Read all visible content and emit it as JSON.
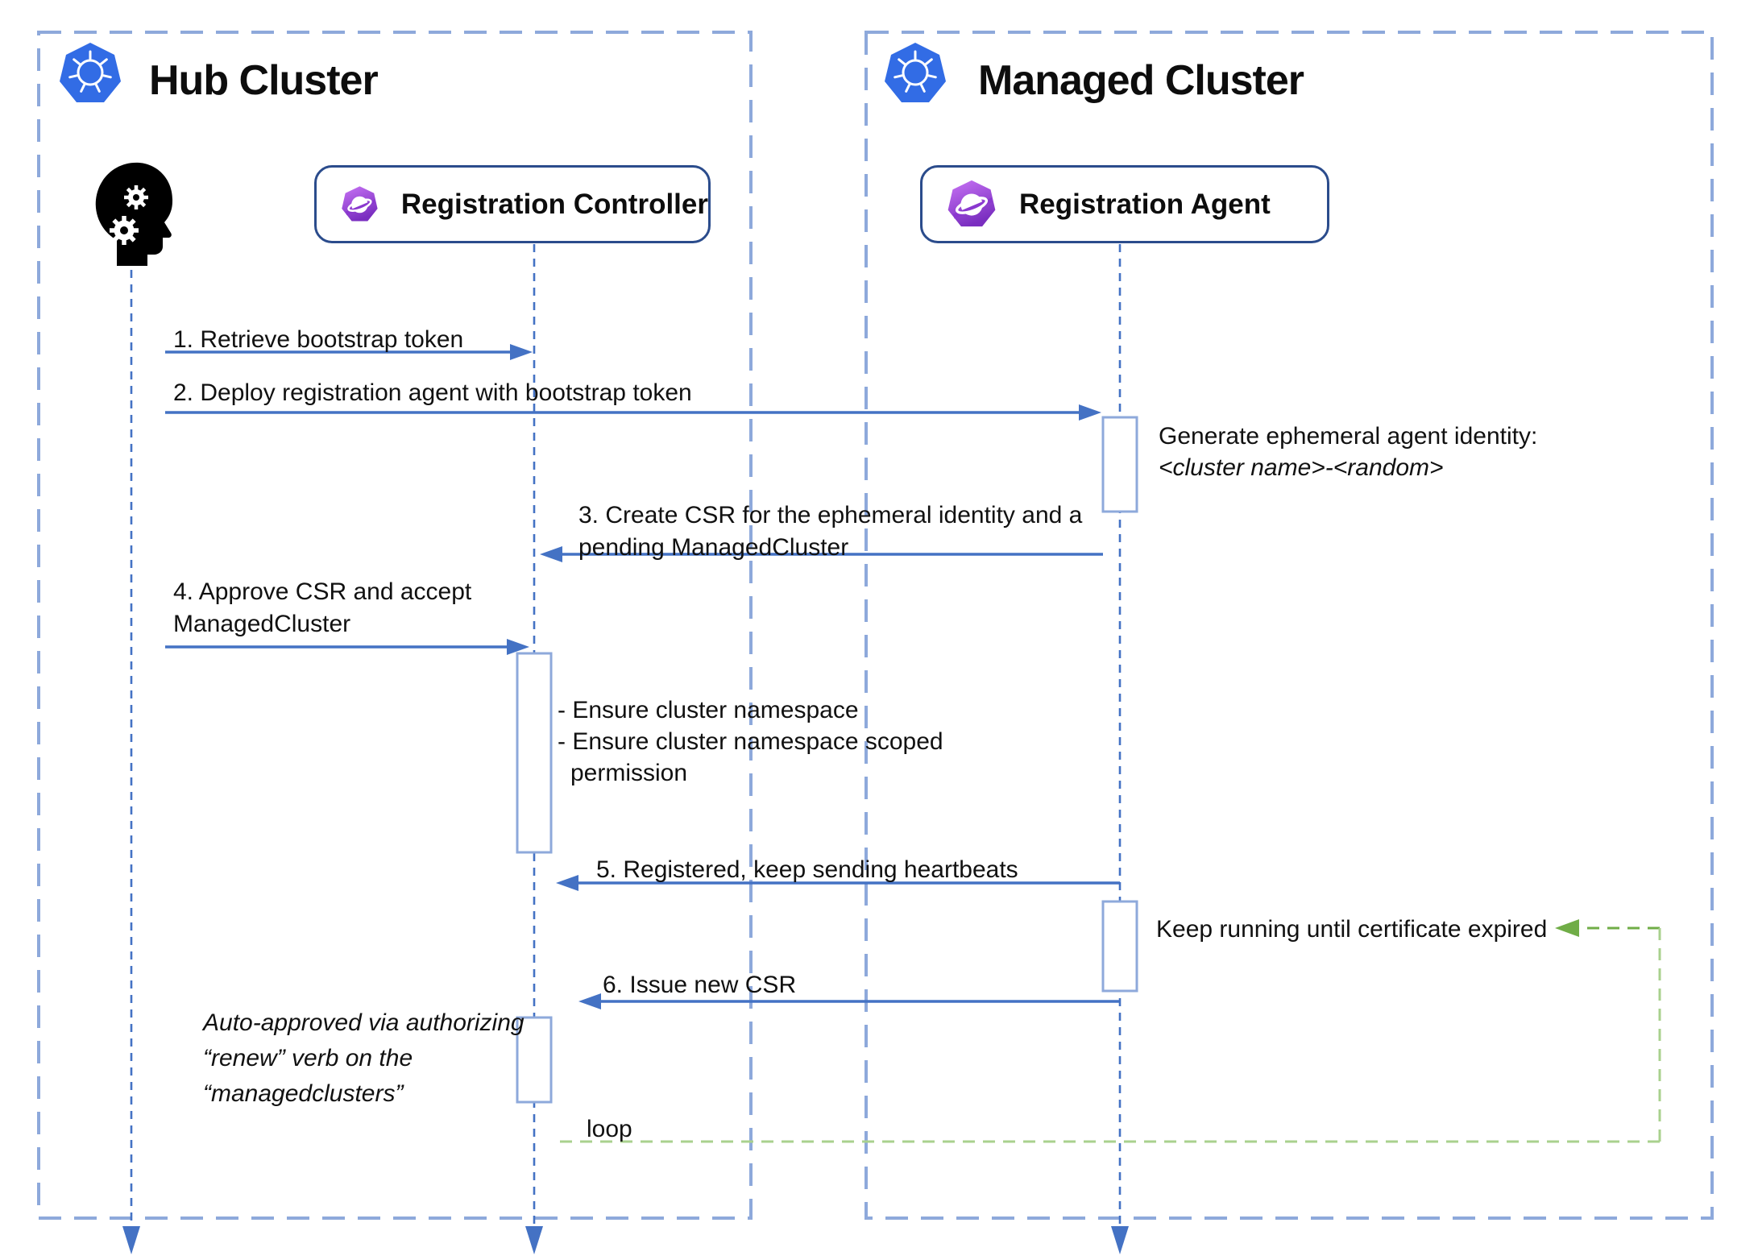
{
  "hub": {
    "title": "Hub Cluster"
  },
  "managed": {
    "title": "Managed Cluster"
  },
  "participants": {
    "controller": "Registration Controller",
    "agent": "Registration Agent"
  },
  "messages": {
    "m1": "1. Retrieve bootstrap token",
    "m2": "2. Deploy registration agent with bootstrap token",
    "m3_line1": "3. Create CSR for the ephemeral identity and a",
    "m3_line2": "pending ManagedCluster",
    "m4_line1": "4. Approve CSR and accept",
    "m4_line2": "ManagedCluster",
    "m5": "5. Registered, keep sending heartbeats",
    "m6": "6. Issue new CSR"
  },
  "notes": {
    "agent_identity_line1": "Generate ephemeral agent identity:",
    "agent_identity_line2": "<cluster name>-<random>",
    "ensure_line1": "- Ensure cluster namespace",
    "ensure_line2": "- Ensure cluster namespace scoped",
    "ensure_line3": "permission",
    "keep_running": "Keep running until certificate expired",
    "auto_line1": "Auto-approved via authorizing",
    "auto_line2": "“renew” verb on the",
    "auto_line3": "“managedclusters”",
    "loop": "loop"
  },
  "icons": {
    "kubernetes": "kubernetes-helm-wheel-icon",
    "ocm": "open-cluster-management-planet-icon",
    "user": "human-head-with-gears-icon"
  },
  "colors": {
    "arrow_blue": "#4472C4",
    "dashed_border_blue": "#8EA9DB",
    "participant_border": "#2B4C8C",
    "loop_green": "#70AD47",
    "loop_green_light": "#A9D18E",
    "kubernetes_blue": "#326CE5",
    "ocm_purple": "#9C4FD6"
  }
}
